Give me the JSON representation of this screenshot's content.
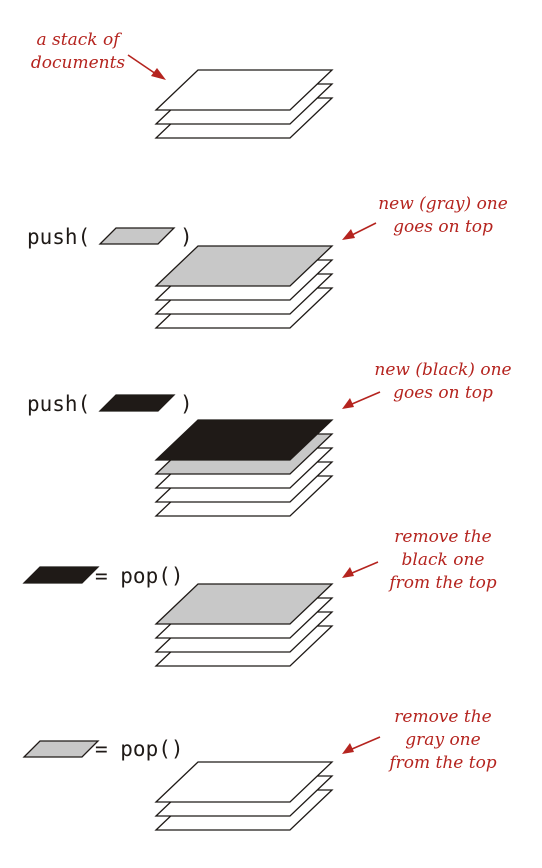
{
  "colors": {
    "paper": "#ffffff",
    "gray": "#c8c8c8",
    "black": "#1f1a17",
    "outline": "#1f1a17",
    "annotation": "#b5241f"
  },
  "steps": [
    {
      "id": "initial",
      "note": [
        "a stack of",
        "documents"
      ],
      "stack": [
        "white",
        "white",
        "white"
      ]
    },
    {
      "id": "push-gray",
      "op": {
        "prefix": "push(",
        "suffix": ")",
        "item": "gray"
      },
      "note": [
        "new (gray) one",
        "goes on top"
      ],
      "stack": [
        "white",
        "white",
        "white",
        "gray"
      ]
    },
    {
      "id": "push-black",
      "op": {
        "prefix": "push(",
        "suffix": ")",
        "item": "black"
      },
      "note": [
        "new (black) one",
        "goes on top"
      ],
      "stack": [
        "white",
        "white",
        "white",
        "gray",
        "black"
      ]
    },
    {
      "id": "pop-black",
      "op": {
        "prefix": "",
        "suffix": "= pop()",
        "item": "black"
      },
      "note": [
        "remove the",
        "black one",
        "from the top"
      ],
      "stack": [
        "white",
        "white",
        "white",
        "gray"
      ]
    },
    {
      "id": "pop-gray",
      "op": {
        "prefix": "",
        "suffix": "= pop()",
        "item": "gray"
      },
      "note": [
        "remove the",
        "gray one",
        "from the top"
      ],
      "stack": [
        "white",
        "white",
        "white"
      ]
    }
  ]
}
